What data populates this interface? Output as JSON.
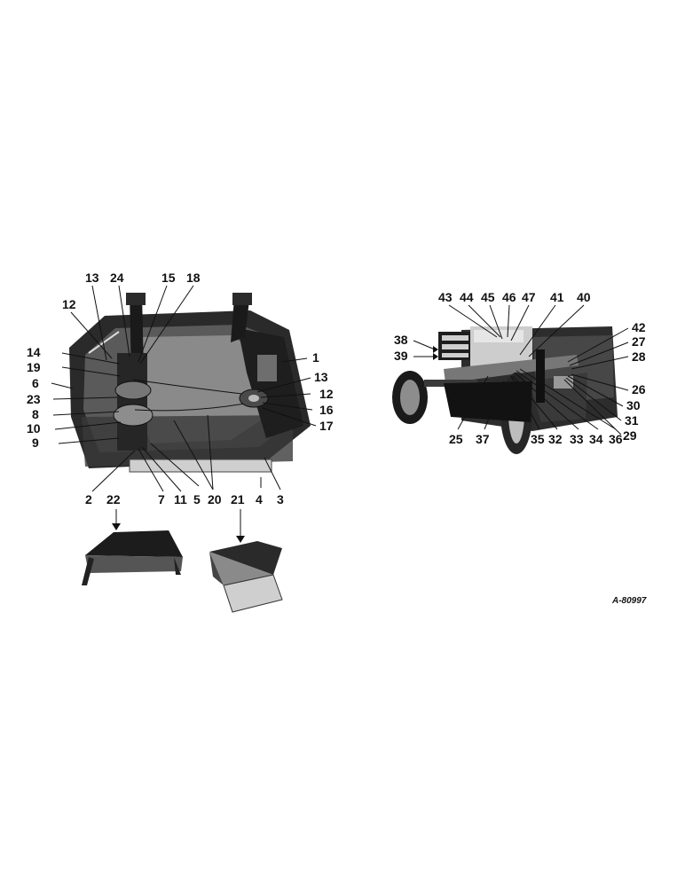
{
  "diagram": {
    "reference_code": "A-80997",
    "callouts_left": [
      "13",
      "24",
      "15",
      "18",
      "12",
      "14",
      "19",
      "6",
      "23",
      "8",
      "10",
      "9",
      "1",
      "13",
      "12",
      "16",
      "17",
      "2",
      "22",
      "7",
      "11",
      "5",
      "20",
      "21",
      "4",
      "3"
    ],
    "callouts_right": [
      "43",
      "44",
      "45",
      "46",
      "47",
      "41",
      "40",
      "38",
      "39",
      "42",
      "27",
      "28",
      "26",
      "30",
      "31",
      "29",
      "25",
      "37",
      "35",
      "32",
      "33",
      "34",
      "36"
    ]
  }
}
